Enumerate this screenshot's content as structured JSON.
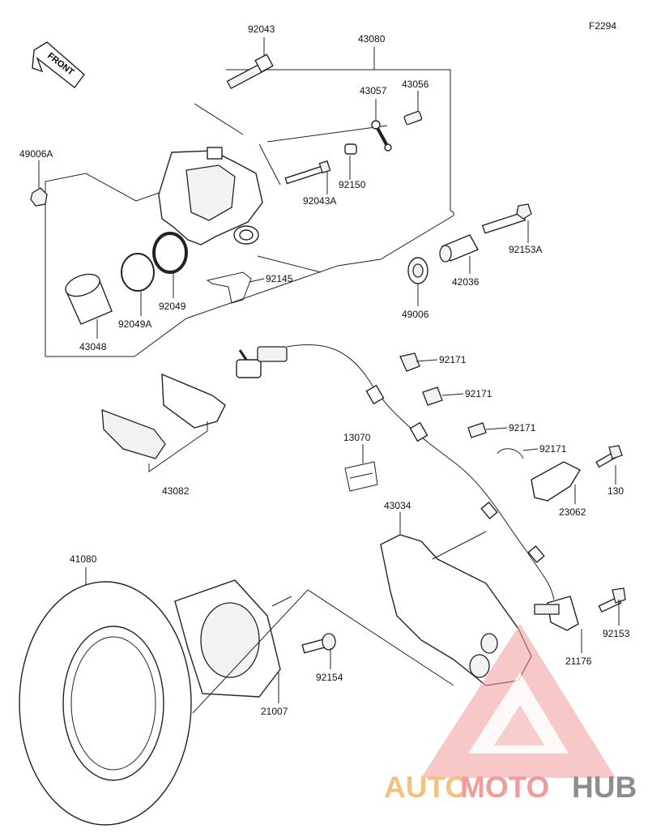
{
  "figure_code": "F2294",
  "front_marker": "FRONT",
  "parts": {
    "p92043": "92043",
    "p43080": "43080",
    "p43057": "43057",
    "p43056": "43056",
    "p49006A": "49006A",
    "p92150": "92150",
    "p92043A": "92043A",
    "p92153A": "92153A",
    "p92145": "92145",
    "p42036": "42036",
    "p49006": "49006",
    "p92049": "92049",
    "p92049A": "92049A",
    "p43048": "43048",
    "p92171a": "92171",
    "p92171b": "92171",
    "p92171c": "92171",
    "p92171d": "92171",
    "p43082": "43082",
    "p13070": "13070",
    "p130": "130",
    "p23062": "23062",
    "p43034": "43034",
    "p41080": "41080",
    "p92153": "92153",
    "p21176": "21176",
    "p92154": "92154",
    "p21007": "21007"
  },
  "watermark": {
    "part1": "AUTO",
    "part2": "MOTO",
    "part3": "HUB",
    "color1": "#f3b76a",
    "color2": "#f08a8a",
    "color3": "#7a7a7a"
  }
}
